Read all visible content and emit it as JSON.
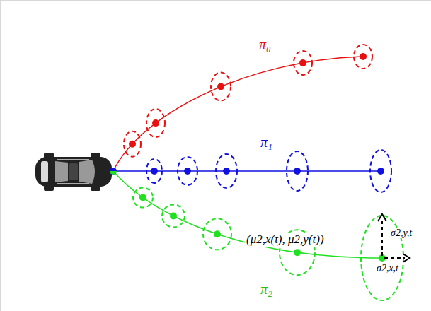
{
  "diagram": {
    "labels": [
      "π₀",
      "π₁",
      "π₂",
      "(μ2,x(t), μ2,y(t))",
      "σ2,y,t",
      "σ2,x,t"
    ]
  }
}
